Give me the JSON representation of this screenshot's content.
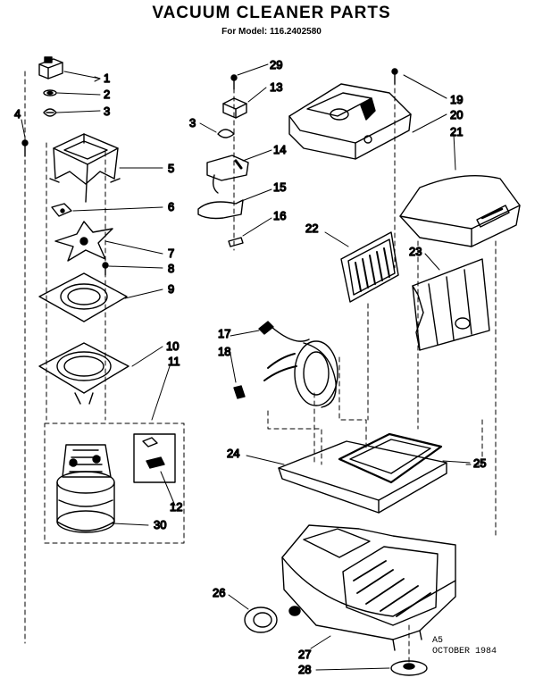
{
  "title": "VACUUM CLEANER PARTS",
  "subtitle": "For Model: 116.2402580",
  "stamp": {
    "line1": "A5",
    "line2": "OCTOBER 1984"
  },
  "callouts": [
    "1",
    "2",
    "3",
    "4",
    "5",
    "6",
    "7",
    "8",
    "9",
    "10",
    "11",
    "12",
    "30",
    "29",
    "13",
    "3",
    "14",
    "15",
    "16",
    "19",
    "20",
    "21",
    "22",
    "23",
    "17",
    "18",
    "24",
    "25",
    "26",
    "27",
    "28"
  ]
}
